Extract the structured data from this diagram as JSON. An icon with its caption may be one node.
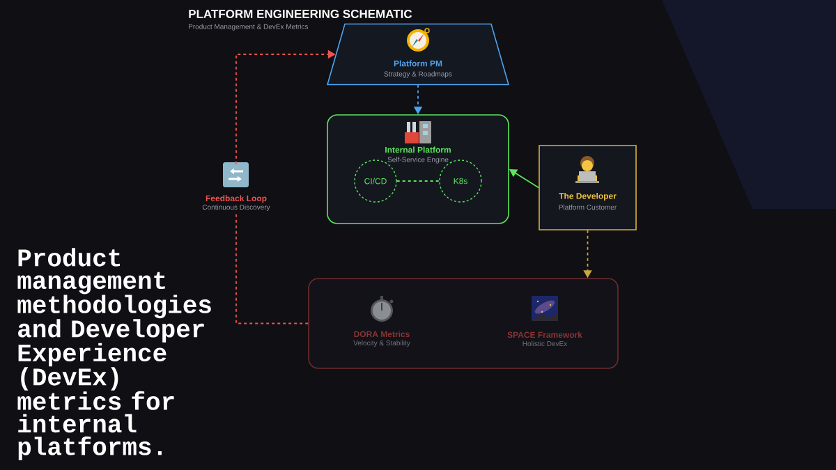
{
  "diagram": {
    "title": "PLATFORM ENGINEERING SCHEMATIC",
    "nodes": [
      {
        "text": [
          "Platform PM",
          "Strategy & Roadmaps"
        ]
      },
      {
        "text": [
          "Internal Platform",
          "Self-Service Engine"
        ]
      },
      {
        "text": [
          "CI/CD"
        ],
        "in": 1
      },
      {
        "text": [
          "K8s"
        ],
        "in": 1
      },
      {
        "text": [
          "The Developer",
          "Platform Customer"
        ]
      },
      {
        "text": [
          "Feedback Loop",
          "Continuous Discovery"
        ]
      },
      {
        "text": [],
        "shape": "box"
      },
      {
        "text": [
          "DORA Metrics",
          "Velocity & Stability"
        ],
        "in": 6
      },
      {
        "text": [
          "SPACE Framework",
          "Holistic DevEx"
        ],
        "in": 6
      }
    ],
    "edges": [
      {
        "from": 0,
        "to": 1,
        "arrow": "to",
        "style": "dashed",
        "color": "#4ea4f0"
      },
      {
        "from": 2,
        "to": 3,
        "arrow": "none",
        "style": "dashed",
        "color": "#5ce65c"
      },
      {
        "from": 4,
        "to": 1,
        "arrow": "to",
        "color": "#5ce65c"
      },
      {
        "from": 4,
        "to": 6,
        "arrow": "to",
        "style": "dashed",
        "color": "#c9a93a"
      },
      {
        "from": 6,
        "to": 5,
        "arrow": "none",
        "style": "dashed",
        "color": "#ef5350"
      },
      {
        "from": 5,
        "to": 0,
        "arrow": "to",
        "style": "dashed",
        "color": "#ef5350"
      }
    ],
    "labels": [
      "Product Management & DevEx Metrics",
      "Product management methodologies and Developer Experience (DevEx) metrics for internal platforms."
    ]
  }
}
